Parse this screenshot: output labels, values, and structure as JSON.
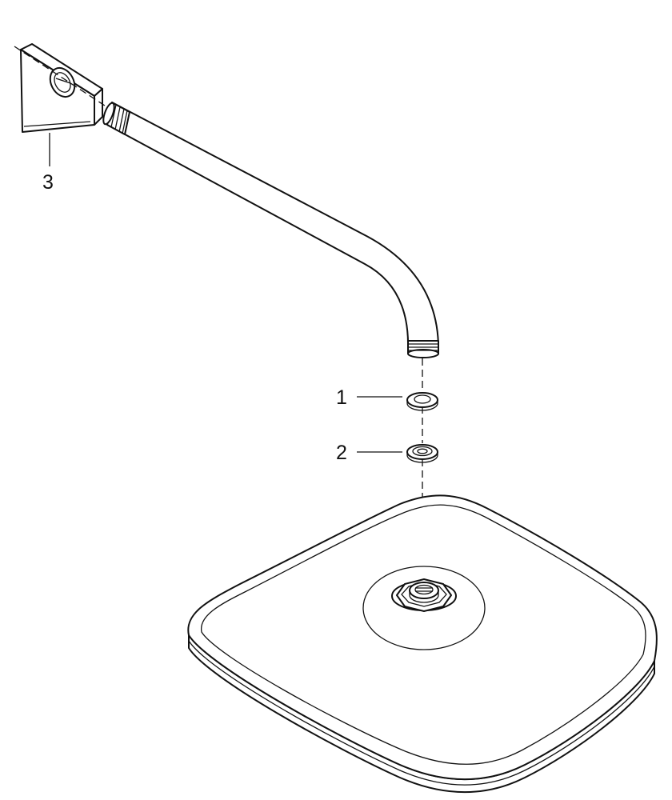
{
  "callouts": {
    "part_1": "1",
    "part_2": "2",
    "part_3": "3"
  },
  "colors": {
    "line": "#111111",
    "background": "#ffffff"
  }
}
